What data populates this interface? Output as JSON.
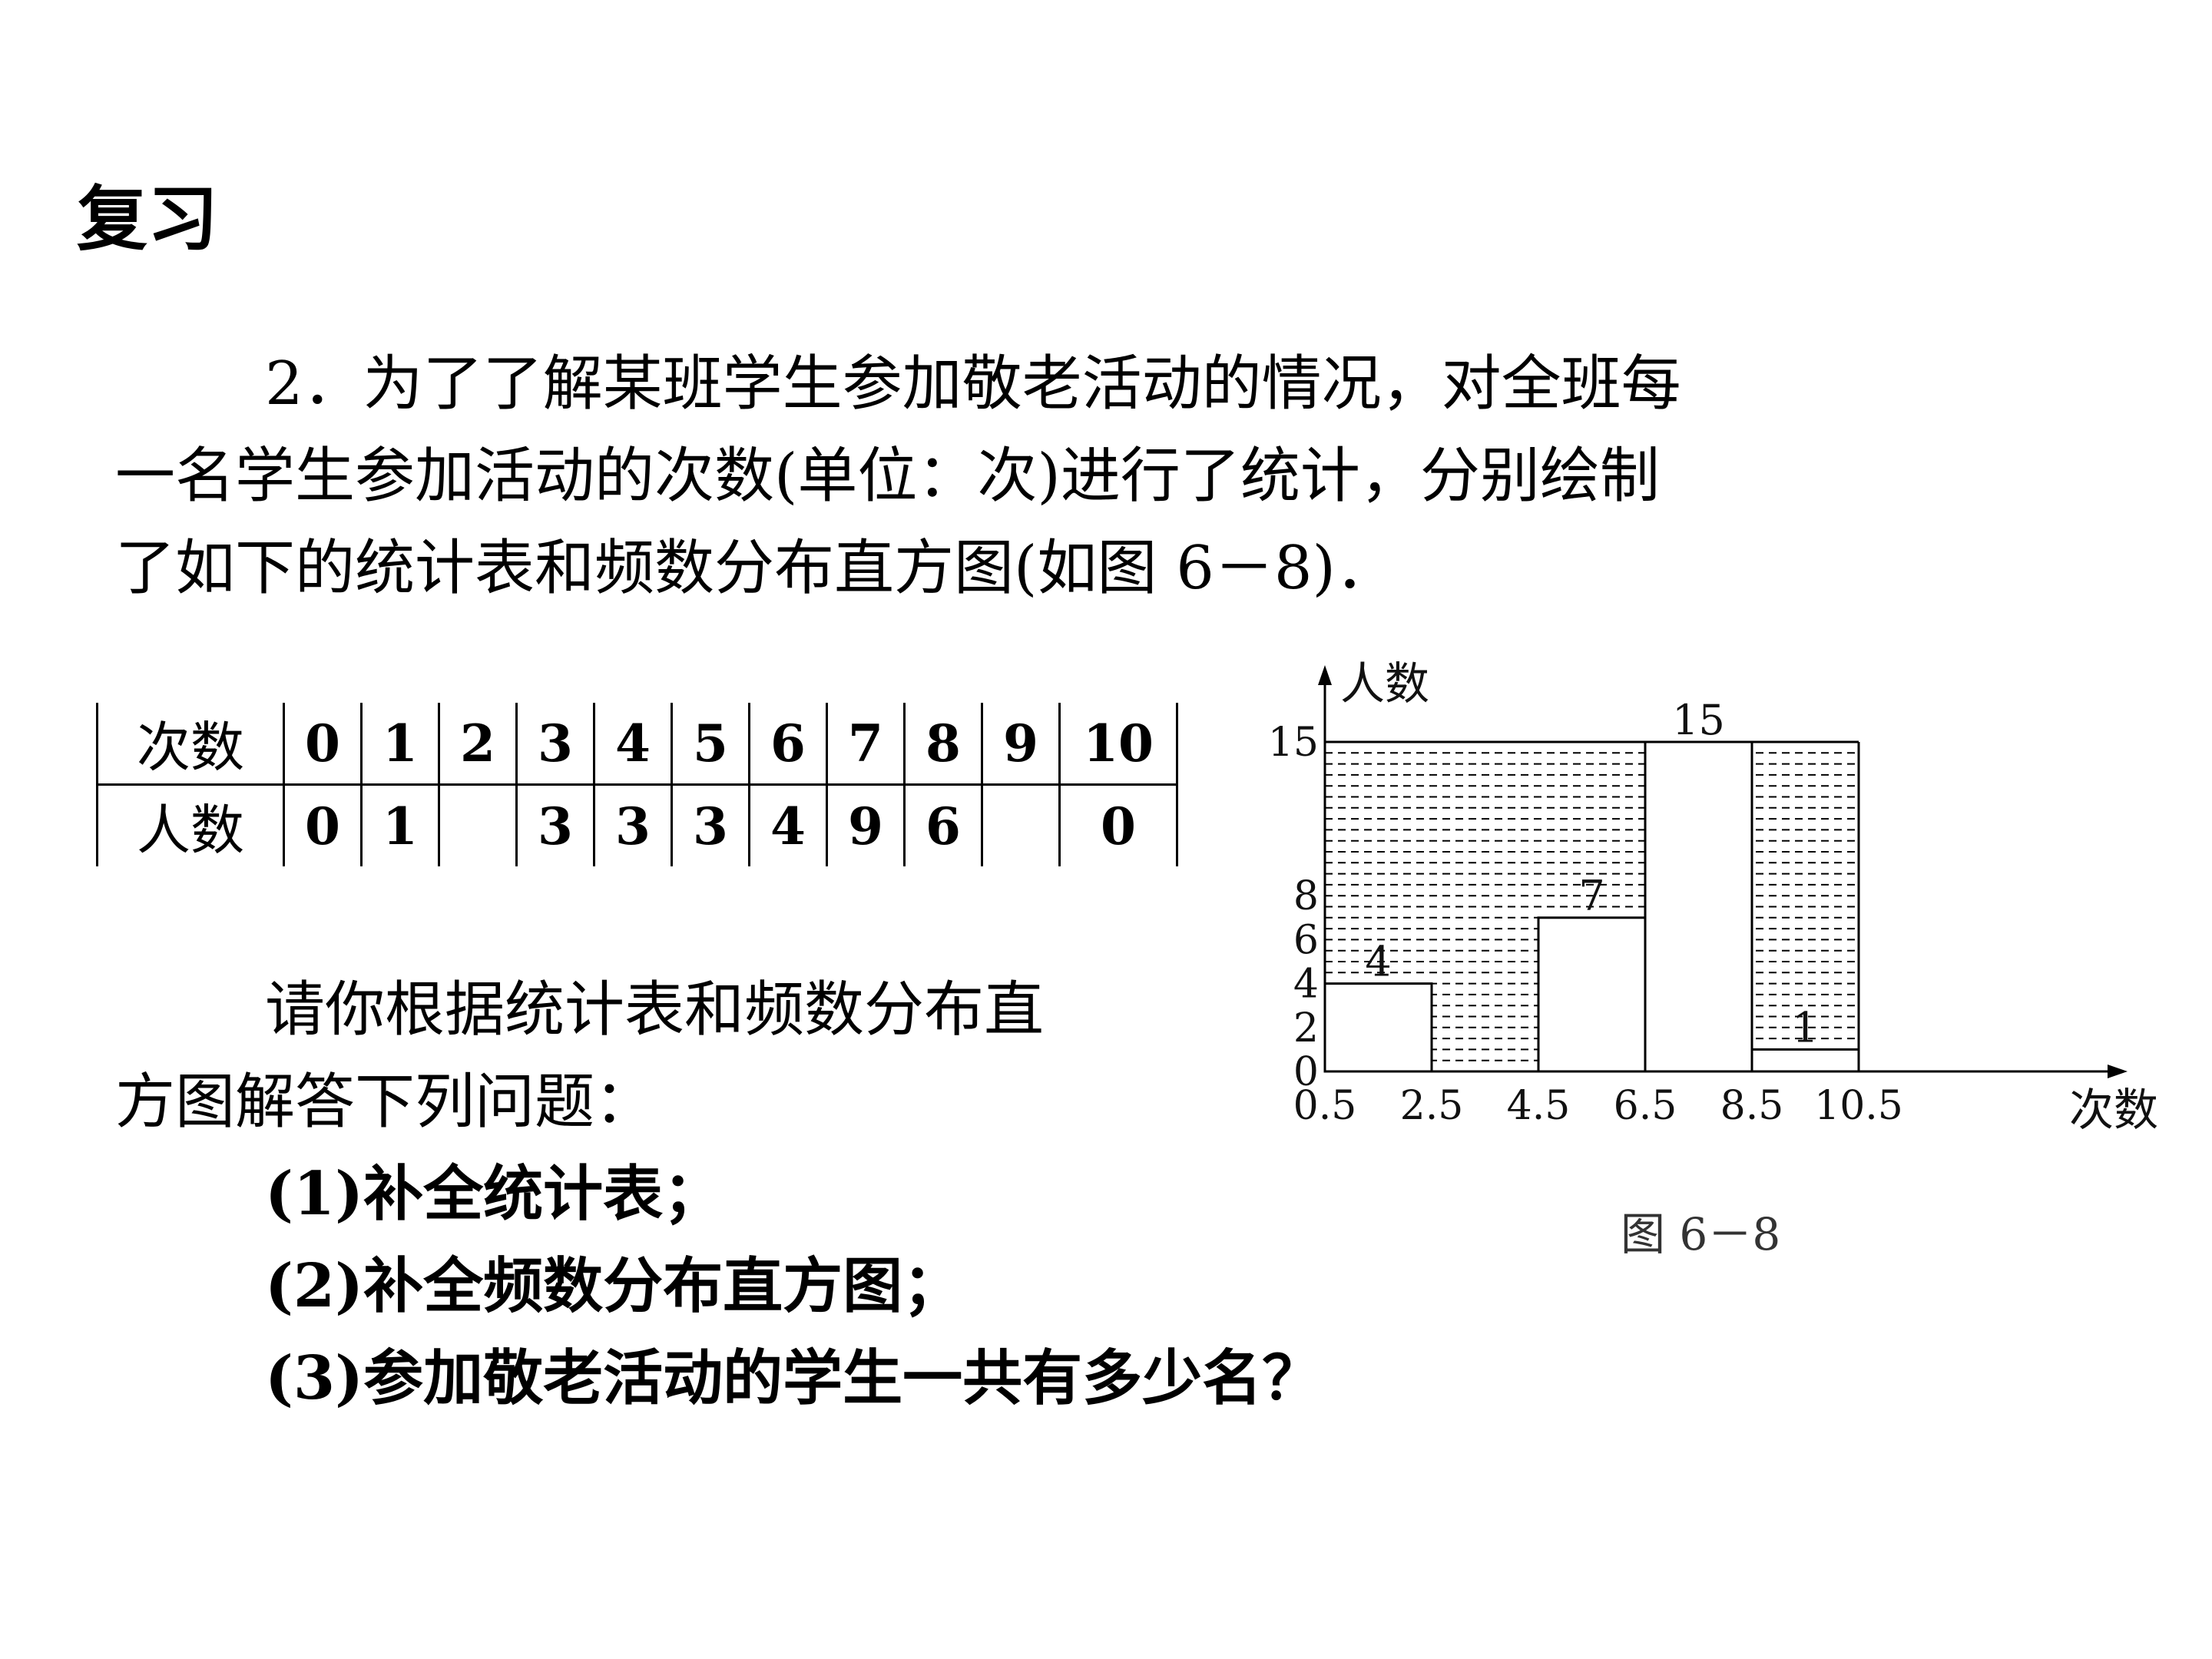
{
  "title": "复习",
  "problem": {
    "intro_line1": "2．为了了解某班学生参加敬老活动的情况，对全班每",
    "intro_line2": "一名学生参加活动的次数(单位：次)进行了统计，分别绘制",
    "intro_line3": "了如下的统计表和频数分布直方图(如图 6－8)．",
    "ask_line1": "请你根据统计表和频数分布直",
    "ask_line2": "方图解答下列问题：",
    "q1": "(1)补全统计表；",
    "q2": "(2)补全频数分布直方图；",
    "q3": "(3)参加敬老活动的学生一共有多少名？"
  },
  "table": {
    "row1_header": "次数",
    "row2_header": "人数",
    "counts": [
      "0",
      "1",
      "2",
      "3",
      "4",
      "5",
      "6",
      "7",
      "8",
      "9",
      "10"
    ],
    "people": [
      "0",
      "1",
      "",
      "3",
      "3",
      "3",
      "4",
      "9",
      "6",
      "",
      "0"
    ]
  },
  "chart_data": {
    "type": "bar",
    "ylabel": "人数",
    "xlabel": "次数",
    "x_edges": [
      "0.5",
      "2.5",
      "4.5",
      "6.5",
      "8.5",
      "10.5"
    ],
    "y_ticks": [
      "0",
      "2",
      "4",
      "6",
      "8",
      "15"
    ],
    "ylim": [
      0,
      15
    ],
    "bars": [
      {
        "from": 0.5,
        "to": 2.5,
        "value": 4,
        "label": "4"
      },
      {
        "from": 4.5,
        "to": 6.5,
        "value": 7,
        "label": "7"
      },
      {
        "from": 6.5,
        "to": 8.5,
        "value": 15,
        "label": "15"
      },
      {
        "from": 8.5,
        "to": 10.5,
        "value": 1,
        "label": "1"
      }
    ],
    "grid": "dashed",
    "caption": "图 6－8"
  }
}
